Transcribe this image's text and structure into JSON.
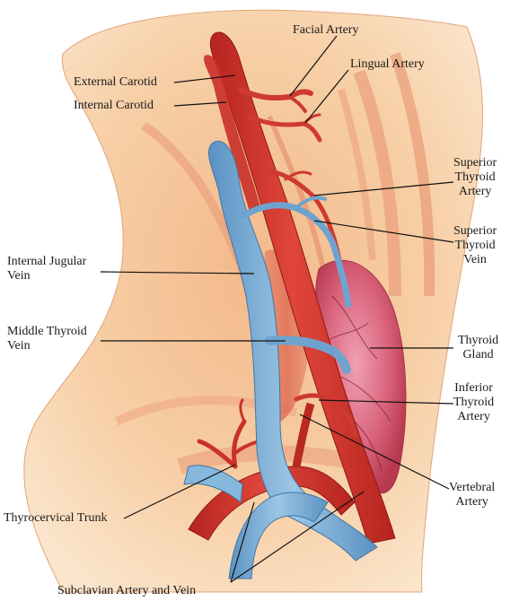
{
  "labels": {
    "facial_artery": "Facial Artery",
    "lingual_artery": "Lingual Artery",
    "external_carotid": "External Carotid",
    "internal_carotid": "Internal Carotid",
    "superior_thyroid_artery": [
      "Superior",
      "Thyroid",
      "Artery"
    ],
    "superior_thyroid_vein": [
      "Superior",
      "Thyroid",
      "Vein"
    ],
    "internal_jugular_vein": [
      "Internal Jugular",
      "Vein"
    ],
    "middle_thyroid_vein": [
      "Middle Thyroid",
      "Vein"
    ],
    "thyroid_gland": [
      "Thyroid",
      "Gland"
    ],
    "inferior_thyroid_artery": [
      "Inferior",
      "Thyroid",
      "Artery"
    ],
    "vertebral_artery": [
      "Vertebral",
      "Artery"
    ],
    "thyrocervical_trunk": "Thyrocervical Trunk",
    "subclavian_artery_and_vein": "Subclavian Artery and Vein"
  },
  "colors": {
    "skin": "#f6c99a",
    "skin_shadow": "#e9a06a",
    "muscle": "#e2735a",
    "artery": "#d2332a",
    "artery_dark": "#a8201c",
    "vein": "#7fb2d8",
    "vein_dark": "#4f86b8",
    "gland": "#cc5570",
    "leader": "#111111"
  }
}
